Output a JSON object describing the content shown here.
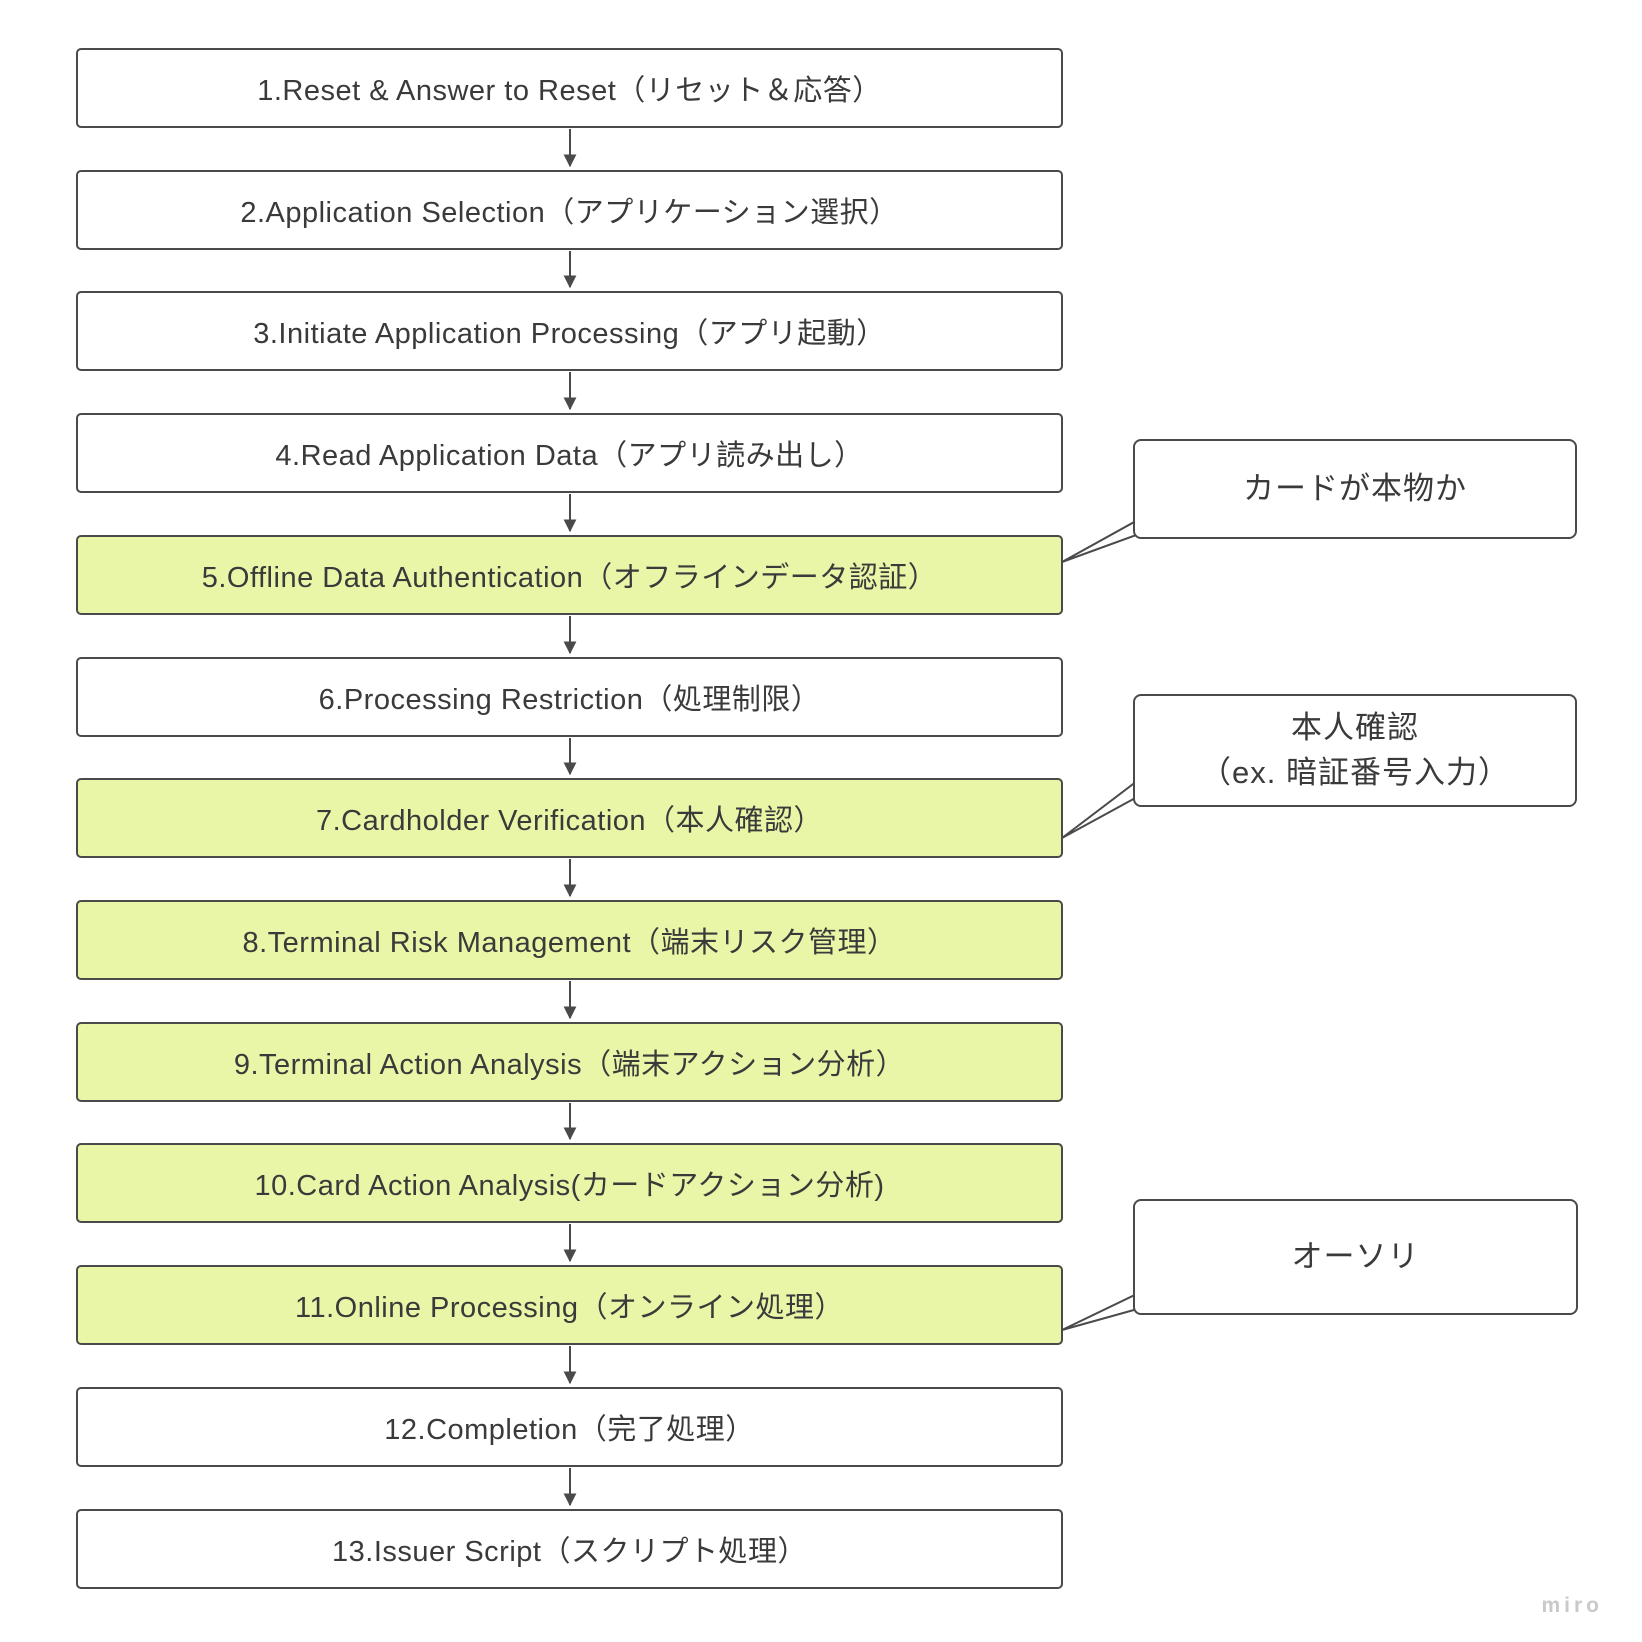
{
  "app": {
    "watermark": "miro"
  },
  "colors": {
    "background": "#ffffff",
    "box_border": "#4a4a4a",
    "box_text": "#3a3a3a",
    "highlight_fill": "#e9f6a8",
    "plain_fill": "#ffffff",
    "watermark_color": "#c9c9c9"
  },
  "flow": {
    "steps": [
      {
        "label": "1.Reset & Answer to Reset（リセット＆応答）",
        "highlighted": false
      },
      {
        "label": "2.Application Selection（アプリケーション選択）",
        "highlighted": false
      },
      {
        "label": "3.Initiate Application Processing（アプリ起動）",
        "highlighted": false
      },
      {
        "label": "4.Read Application Data（アプリ読み出し）",
        "highlighted": false
      },
      {
        "label": "5.Offline Data Authentication（オフラインデータ認証）",
        "highlighted": true
      },
      {
        "label": "6.Processing Restriction（処理制限）",
        "highlighted": false
      },
      {
        "label": "7.Cardholder Verification（本人確認）",
        "highlighted": true
      },
      {
        "label": "8.Terminal Risk Management（端末リスク管理）",
        "highlighted": true
      },
      {
        "label": "9.Terminal Action Analysis（端末アクション分析）",
        "highlighted": true
      },
      {
        "label": "10.Card Action Analysis(カードアクション分析)",
        "highlighted": true
      },
      {
        "label": "11.Online Processing（オンライン処理）",
        "highlighted": true
      },
      {
        "label": "12.Completion（完了処理）",
        "highlighted": false
      },
      {
        "label": "13.Issuer Script（スクリプト処理）",
        "highlighted": false
      }
    ]
  },
  "callouts": [
    {
      "target_step": 5,
      "lines": [
        "カードが本物か"
      ]
    },
    {
      "target_step": 7,
      "lines": [
        "本人確認",
        "（ex. 暗証番号入力）"
      ]
    },
    {
      "target_step": 11,
      "lines": [
        "オーソリ"
      ]
    }
  ]
}
